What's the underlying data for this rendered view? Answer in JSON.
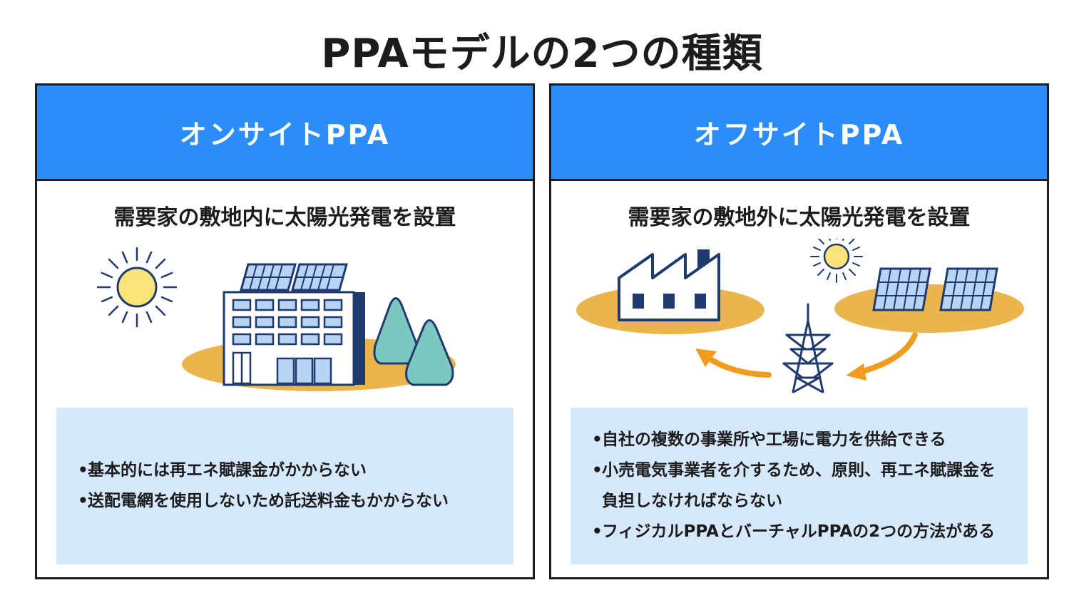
{
  "title": "PPAモデルの2つの種類",
  "colors": {
    "header_blue": "#2a8df8",
    "info_bg": "#d5e8fc",
    "ground_yellow": "#e9b54c",
    "sun_yellow": "#fde27a",
    "navy": "#1e3a6e",
    "panel_blue": "#b9d3f5",
    "tree_teal": "#7cc7c2",
    "arrow_orange": "#f29c1f"
  },
  "panels": [
    {
      "heading": "オンサイトPPA",
      "subtitle": "需要家の敷地内に太陽光発電を設置",
      "bullets": [
        "基本的には再エネ賦課金がかからない",
        "送配電網を使用しないため託送料金もかからない"
      ],
      "icons": [
        "sun-icon",
        "building-with-solar-panels-icon",
        "trees-icon"
      ]
    },
    {
      "heading": "オフサイトPPA",
      "subtitle": "需要家の敷地外に太陽光発電を設置",
      "bullets": [
        "自社の複数の事業所や工場に電力を供給できる",
        "小売電気事業者を介するため、原則、再エネ賦課金を負担しなければならない",
        "フィジカルPPAとバーチャルPPAの2つの方法がある"
      ],
      "icons": [
        "factory-icon",
        "transmission-tower-icon",
        "sun-icon",
        "solar-panel-icon",
        "arrow-icon"
      ]
    }
  ]
}
